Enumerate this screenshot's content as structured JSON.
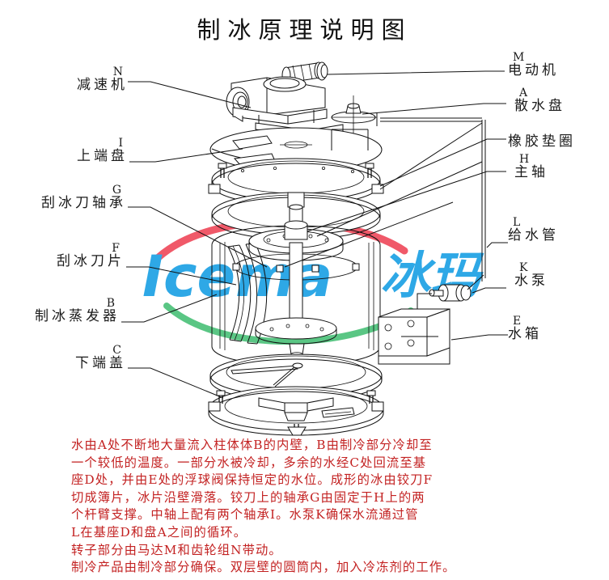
{
  "title": "制冰原理说明图",
  "labels_left": [
    {
      "key": "N",
      "name": "减速机"
    },
    {
      "key": "I",
      "name": "上端盘"
    },
    {
      "key": "G",
      "name": "刮冰刀轴承"
    },
    {
      "key": "F",
      "name": "刮冰刀片"
    },
    {
      "key": "B",
      "name": "制冰蒸发器"
    },
    {
      "key": "C",
      "name": "下端盖"
    }
  ],
  "labels_right": [
    {
      "key": "M",
      "name": "电动机"
    },
    {
      "key": "A",
      "name": "散水盘"
    },
    {
      "key": "",
      "name": "橡胶垫圈"
    },
    {
      "key": "H",
      "name": "主轴"
    },
    {
      "key": "L",
      "name": "给水管"
    },
    {
      "key": "K",
      "name": "水泵"
    },
    {
      "key": "E",
      "name": "水箱"
    }
  ],
  "description_lines": [
    "水由A处不断地大量流入柱体体B的内壁，B由制冷部分冷却至",
    "一个较低的温度。一部分水被冷却，多余的水经C处回流至基",
    "座D处，并由E处的浮球阀保持恒定的水位。成形的冰由铰刀F",
    "切成簿片，冰片沿壁滑落。铰刀上的轴承G由固定于H上的两",
    "个杆臂支撑。中轴上配有两个轴承I。水泵K确保水流通过管",
    "L在基座D和盘A之间的循环。",
    "转子部分由马达M和齿轮组N带动。",
    "制冷产品由制冷部分确保。双层壁的圆筒内，加入冷冻剂的工作。"
  ],
  "watermark": {
    "latin": "Icema",
    "chinese": "冰玛",
    "color_blue": "#2ea8e6",
    "color_red": "#ef4b5c",
    "color_green": "#4cc17a"
  },
  "colors": {
    "line": "#111111",
    "description_text": "#c32222",
    "background": "#ffffff"
  }
}
